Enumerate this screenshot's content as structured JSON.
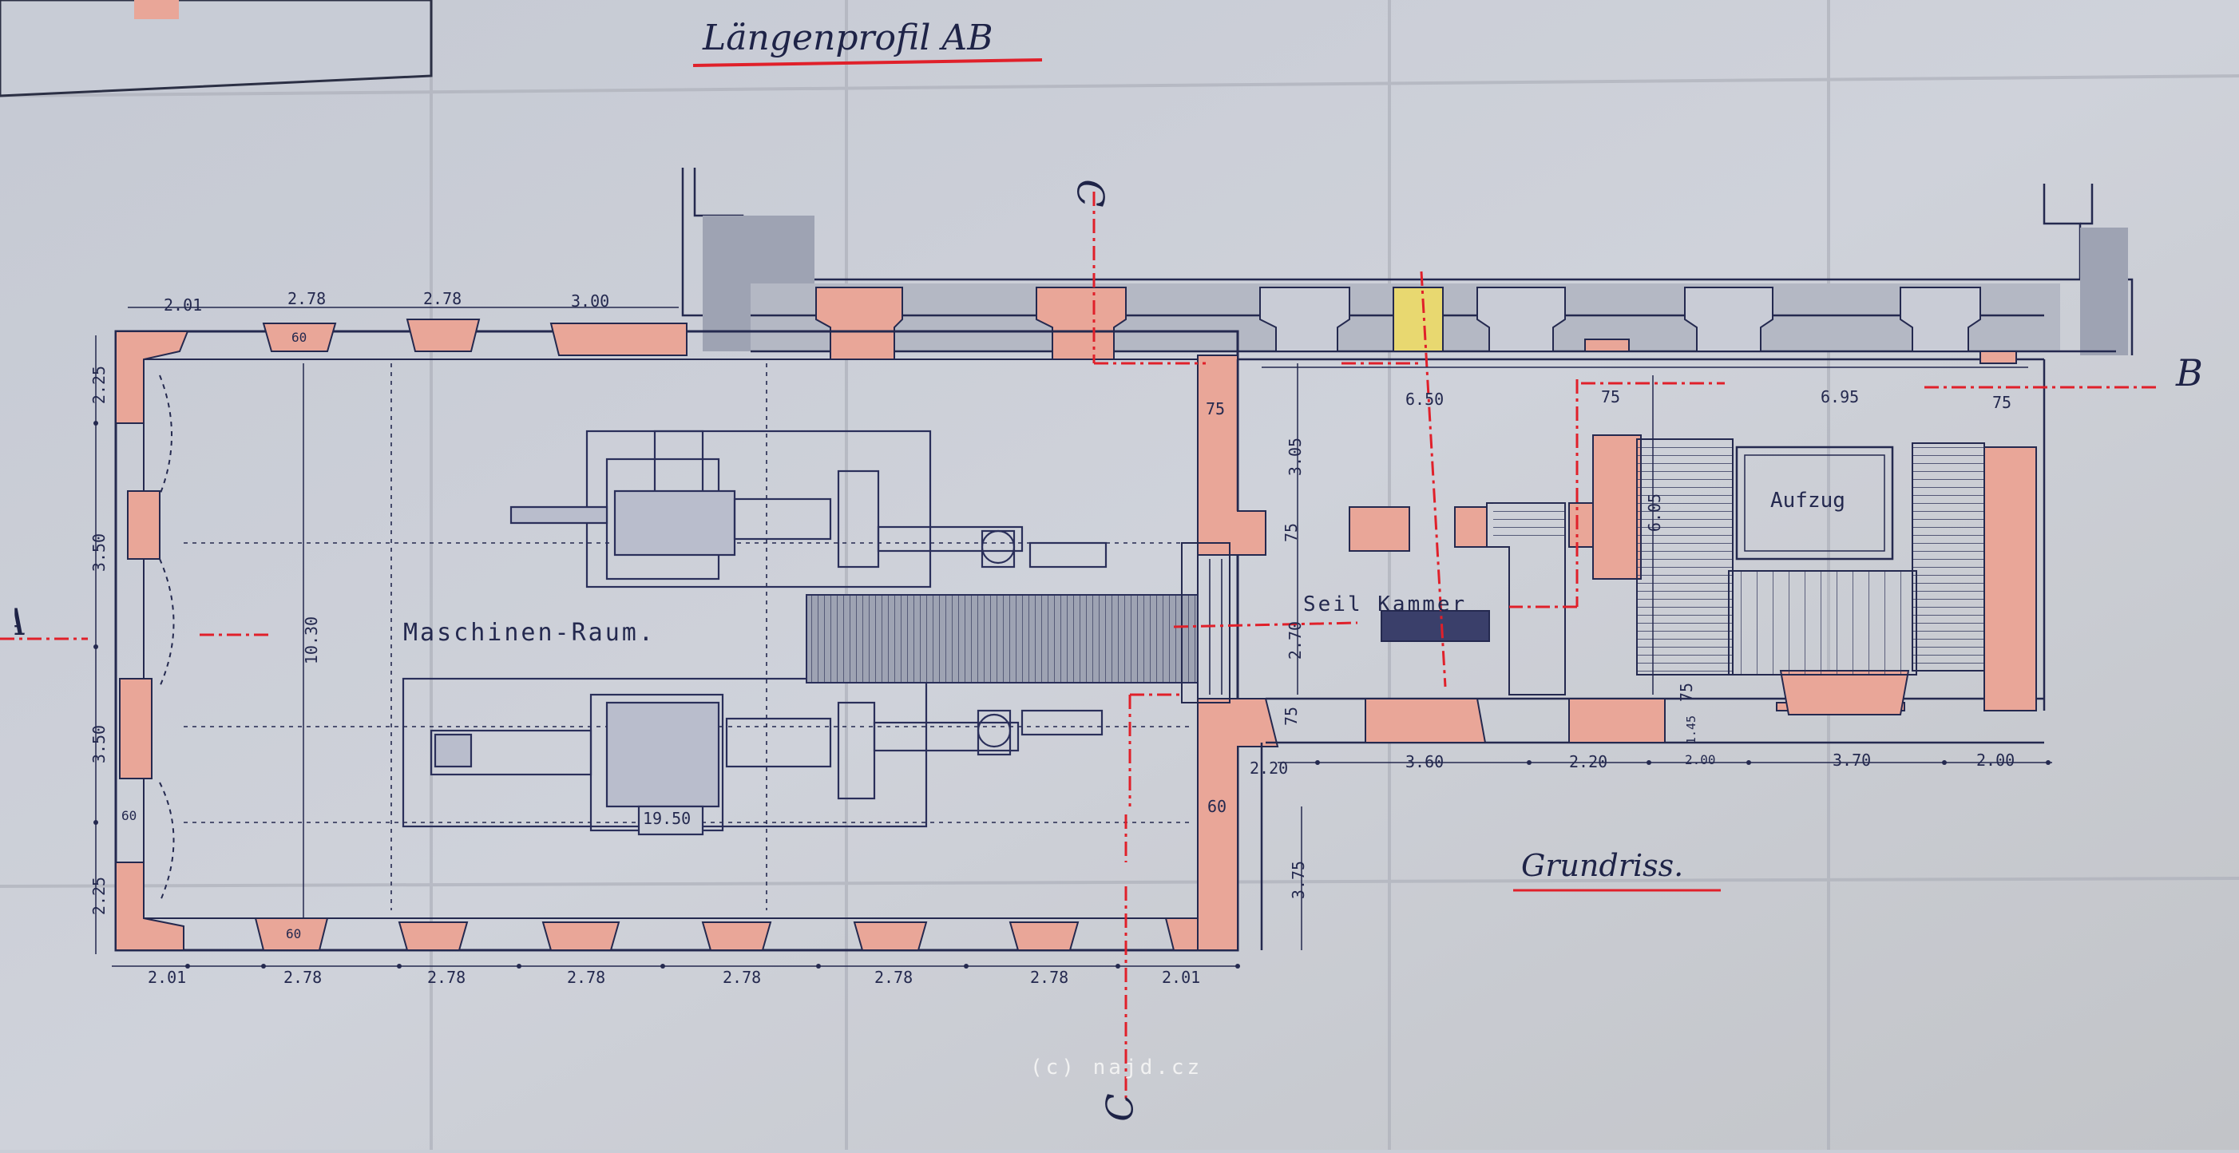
{
  "drawing": {
    "title_profile": "Längenprofil AB",
    "title_plan": "Grundriss.",
    "watermark": "(c) najd.cz",
    "section_marks": {
      "b_right": "B",
      "c_top": "C",
      "c_bottom": "C",
      "left_partial": "A"
    },
    "rooms": {
      "machine_room": "Maschinen-Raum.",
      "rope_chamber": "Seil Kammer",
      "lift": "Aufzug"
    },
    "dimensions": {
      "top_row": [
        "2.01",
        "2.78",
        "2.78",
        "3.00"
      ],
      "bottom_row": [
        "2.01",
        "2.78",
        "2.78",
        "2.78",
        "2.78",
        "2.78",
        "2.78",
        "2.01"
      ],
      "left_column": [
        "2.25",
        "3.50",
        "3.50",
        "2.25"
      ],
      "inner_height": "10.30",
      "machine_length": "19.50",
      "pillar_width": "60",
      "pillar_top": "60",
      "pillar_left": "60",
      "east_top": [
        "75",
        "6.50",
        "75",
        "6.95",
        "75"
      ],
      "east_vertical": [
        "3.05",
        "75",
        "2.70",
        "75"
      ],
      "east_bottom": [
        "2.20",
        "3.60",
        "2.20",
        "2.00",
        "3.70",
        "2.00"
      ],
      "stair_height": "6.05",
      "stair_small": "75",
      "stair_small2": "1.45",
      "wall_60": "60",
      "lower_vertical": "3.75"
    },
    "colors": {
      "paper": "#c9cdd6",
      "ink": "#24294f",
      "masonry": "#e9a698",
      "section_line": "#e0202a",
      "yellow": "#e8d870"
    }
  }
}
